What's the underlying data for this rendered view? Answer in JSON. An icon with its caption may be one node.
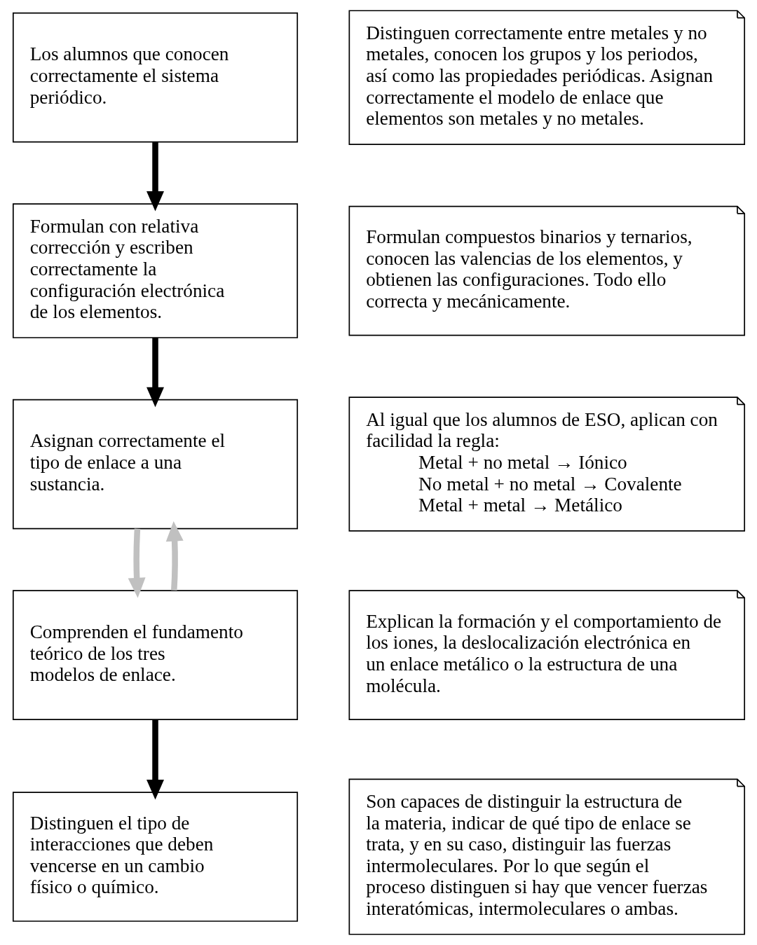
{
  "diagram": {
    "nodes": [
      {
        "text": [
          "Los alumnos que conocen correctamente el sistema periódico."
        ]
      },
      {
        "text": [
          "Distinguen correctamente entre metales y no metales, conocen los grupos y los periodos, así como las propiedades periódicas. Asignan correctamente el modelo de enlace que elementos son metales y no metales."
        ]
      },
      {
        "text": [
          "Formulan con relativa corrección y escriben correctamente la configuración electrónica de los elementos."
        ]
      },
      {
        "text": [
          "Formulan compuestos binarios y ternarios, conocen las valencias de los elementos, y obtienen las configuraciones. Todo ello correcta y mecánicamente."
        ]
      },
      {
        "text": [
          "Asignan correctamente el tipo de enlace a una sustancia."
        ]
      },
      {
        "text": [
          "Al igual que los alumnos de ESO, aplican con facilidad la regla:",
          "Metal + no metal → Iónico",
          "No metal + no metal → Covalente",
          "Metal + metal → Metálico"
        ]
      },
      {
        "text": [
          "Comprenden el fundamento teórico de los tres modelos de enlace."
        ]
      },
      {
        "text": [
          "Explican la formación y el comportamiento de los iones, la deslocalización electrónica en un enlace metálico o la estructura de una molécula."
        ]
      },
      {
        "text": [
          "Distinguen el tipo de interacciones que deben vencerse en un cambio físico o químico."
        ]
      },
      {
        "text": [
          "Son capaces de distinguir la estructura de la materia, indicar de qué tipo de enlace se trata, y en su caso, distinguir las fuerzas intermoleculares. Por lo que según el proceso distinguen si hay que vencer fuerzas interatómicas, intermoleculares o ambas."
        ]
      }
    ],
    "edges": [
      {
        "from": 0,
        "to": 2,
        "arrow": "to"
      },
      {
        "from": 2,
        "to": 4,
        "arrow": "to"
      },
      {
        "from": 6,
        "to": 4,
        "arrow": "to",
        "color": "#c0c0c0"
      },
      {
        "from": 4,
        "to": 6,
        "arrow": "to",
        "color": "#c0c0c0"
      },
      {
        "from": 6,
        "to": 8,
        "arrow": "to"
      }
    ]
  }
}
